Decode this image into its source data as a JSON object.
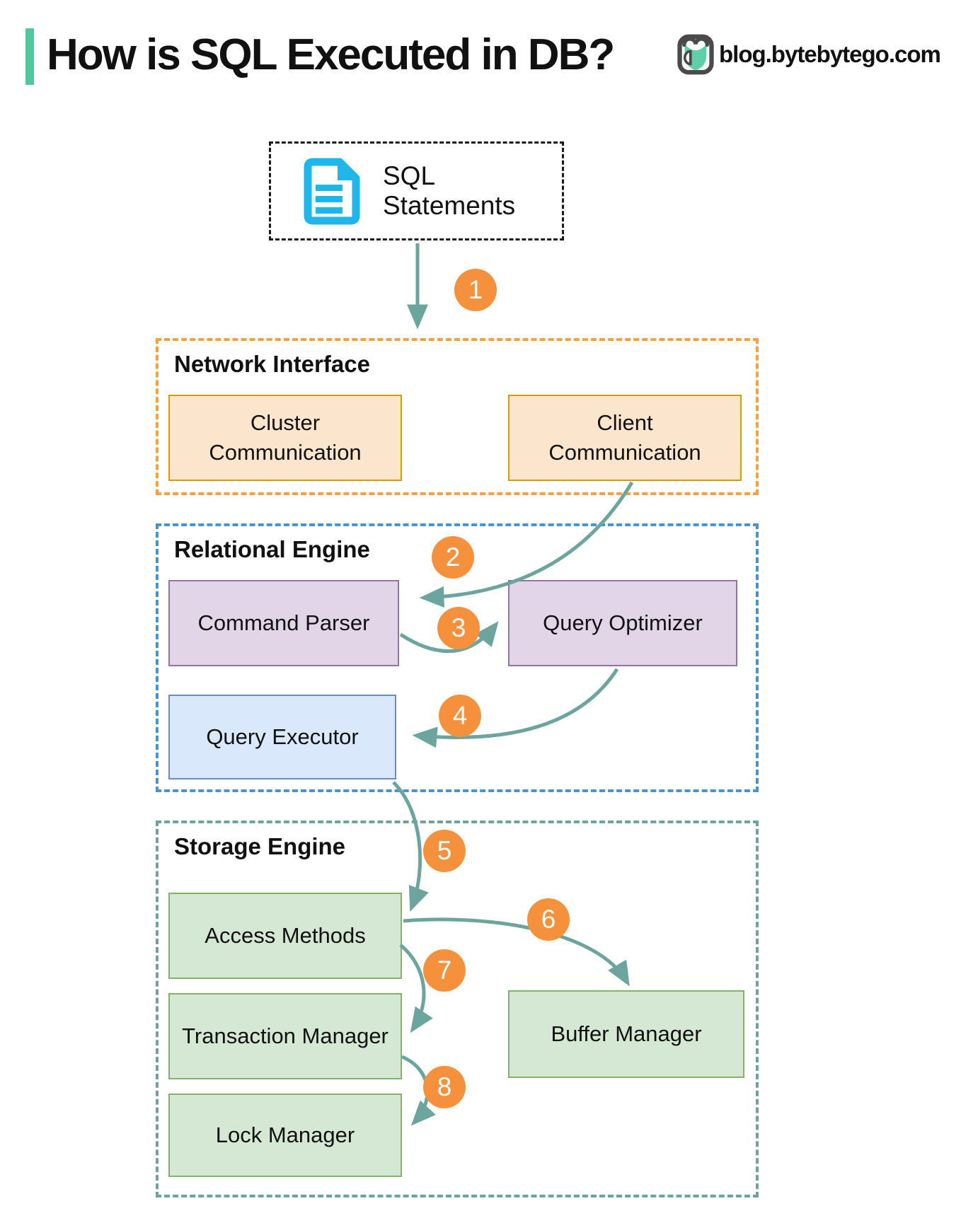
{
  "header": {
    "title": "How is SQL Executed in DB?",
    "brand": "blog.bytebytego.com"
  },
  "source_box": {
    "label": "SQL Statements",
    "icon": "document-icon"
  },
  "sections": {
    "network": {
      "label": "Network Interface",
      "boxes": [
        {
          "label": "Cluster Communication"
        },
        {
          "label": "Client Communication"
        }
      ]
    },
    "relational": {
      "label": "Relational Engine",
      "boxes": [
        {
          "label": "Command Parser"
        },
        {
          "label": "Query Optimizer"
        },
        {
          "label": "Query Executor"
        }
      ]
    },
    "storage": {
      "label": "Storage Engine",
      "boxes": [
        {
          "label": "Access Methods"
        },
        {
          "label": "Transaction Manager"
        },
        {
          "label": "Lock Manager"
        },
        {
          "label": "Buffer Manager"
        }
      ]
    }
  },
  "steps": [
    "1",
    "2",
    "3",
    "4",
    "5",
    "6",
    "7",
    "8"
  ],
  "edges": [
    {
      "step": "1",
      "from": "SQL Statements",
      "to": "Network Interface"
    },
    {
      "step": "2",
      "from": "Client Communication",
      "to": "Command Parser"
    },
    {
      "step": "3",
      "from": "Command Parser",
      "to": "Query Optimizer"
    },
    {
      "step": "4",
      "from": "Query Optimizer",
      "to": "Query Executor"
    },
    {
      "step": "5",
      "from": "Query Executor",
      "to": "Access Methods"
    },
    {
      "step": "6",
      "from": "Access Methods",
      "to": "Buffer Manager"
    },
    {
      "step": "7",
      "from": "Access Methods",
      "to": "Transaction Manager"
    },
    {
      "step": "8",
      "from": "Transaction Manager",
      "to": "Lock Manager"
    }
  ],
  "colors": {
    "mint": "#52C79C",
    "orange": "#F5913D",
    "teal": "#6BA59D",
    "dash-orange": "#F6A13B",
    "dash-blue": "#4794D3",
    "dash-teal": "#6BA59D",
    "peach-fill": "#FCE5CD",
    "peach-border": "#D79B00",
    "purple-fill": "#E1D5E7",
    "purple-border": "#9673A6",
    "blue-fill": "#DAE8FC",
    "blue-border": "#6C8EBF",
    "green-fill": "#D5E8D4",
    "green-border": "#82B366",
    "cyan": "#1FB6EC",
    "ink": "#111111"
  }
}
